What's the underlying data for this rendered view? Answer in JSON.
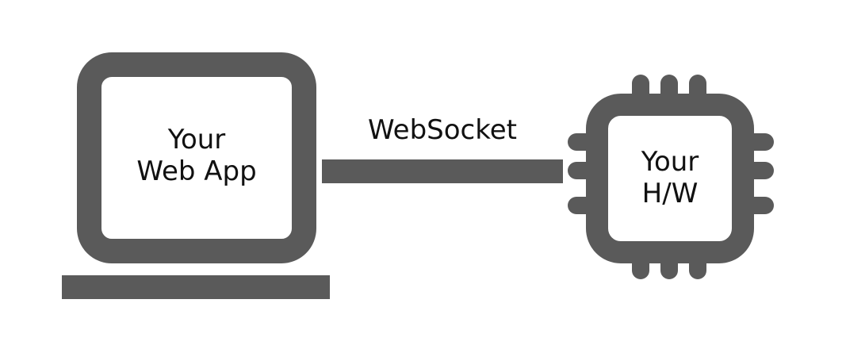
{
  "web_app": {
    "line1": "Your",
    "line2": "Web App"
  },
  "connection": {
    "label": "WebSocket"
  },
  "hardware": {
    "line1": "Your",
    "line2": "H/W"
  },
  "colors": {
    "stroke": "#5a5a5a",
    "text": "#111111"
  }
}
